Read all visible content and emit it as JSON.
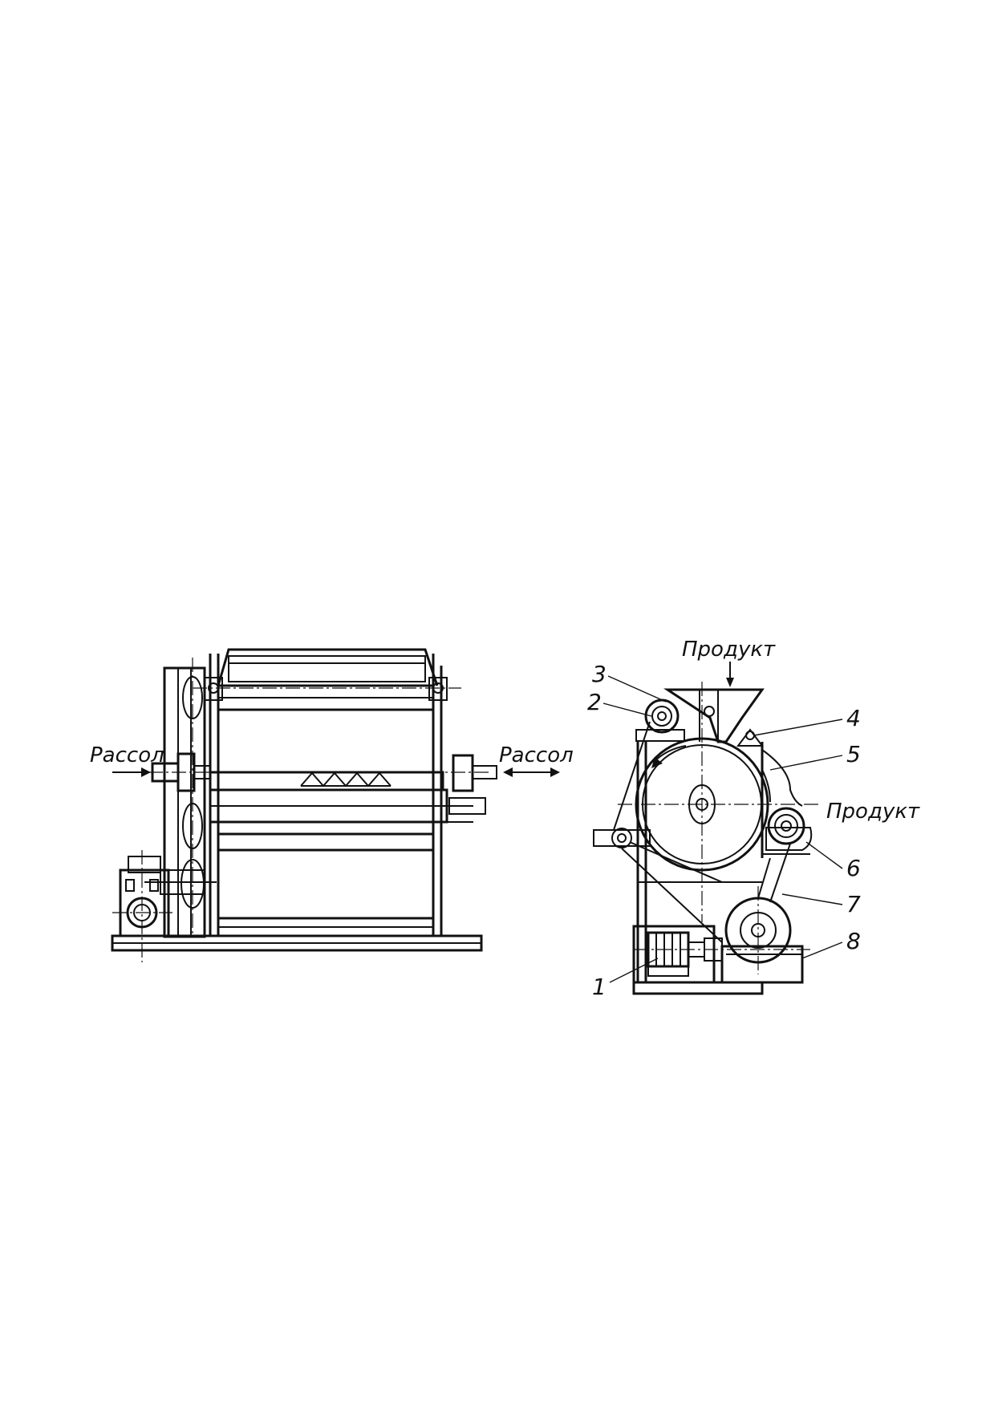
{
  "side_view": {
    "brine_in_label": "Рассол",
    "brine_out_label": "Рассол"
  },
  "end_view": {
    "product_in_label": "Продукт",
    "product_out_label": "Продукт",
    "callouts": [
      "1",
      "2",
      "3",
      "4",
      "5",
      "6",
      "7",
      "8"
    ]
  }
}
